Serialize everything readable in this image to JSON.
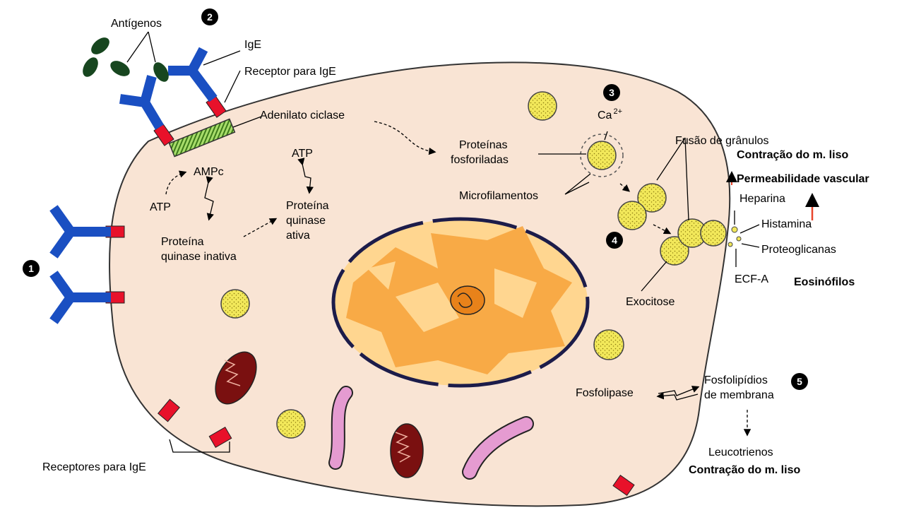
{
  "labels": {
    "antigenos": "Antígenos",
    "ige": "IgE",
    "receptor_ige": "Receptor para IgE",
    "adenilato_ciclase": "Adenilato ciclase",
    "ampc": "AMPc",
    "atp_left": "ATP",
    "atp_mid": "ATP",
    "proteina_quinase_inativa": [
      "Proteína",
      "quinase inativa"
    ],
    "proteina_quinase_ativa": [
      "Proteína",
      "quinase",
      "ativa"
    ],
    "proteinas_fosforiladas": [
      "Proteínas",
      "fosforiladas"
    ],
    "microfilamentos": "Microfilamentos",
    "calcium": "Ca",
    "calcium_charge": "2+",
    "fusao_granulos": "Fusão de grânulos",
    "contracao_top": "Contração do m. liso",
    "permeabilidade": "Permeabilidade vascular",
    "heparina": "Heparina",
    "histamina": "Histamina",
    "proteoglicanas": "Proteoglicanas",
    "ecf_a": "ECF-A",
    "eosinofilos": "Eosinófilos",
    "exocitose": "Exocitose",
    "fosfolipase": "Fosfolipase",
    "fosfolipidios": [
      "Fosfolipídios",
      "de membrana"
    ],
    "leucotrienos": "Leucotrienos",
    "contracao_bottom": "Contração do m. liso",
    "receptores_ige": "Receptores para IgE"
  },
  "step_numbers": [
    "1",
    "2",
    "3",
    "4",
    "5"
  ],
  "colors": {
    "cell": "#f9e4d4",
    "antibody": "#1a4fc2",
    "receptor": "#e8112a",
    "antigen": "#17461f",
    "adenylate": "#7ec63d",
    "granule": "#f2e85a",
    "nucleus_dark": "#f7a23a",
    "nucleus_light": "#ffd690",
    "mitochondria": "#7a1010",
    "er": "#e59bd1",
    "accent_red": "#e8452c"
  }
}
